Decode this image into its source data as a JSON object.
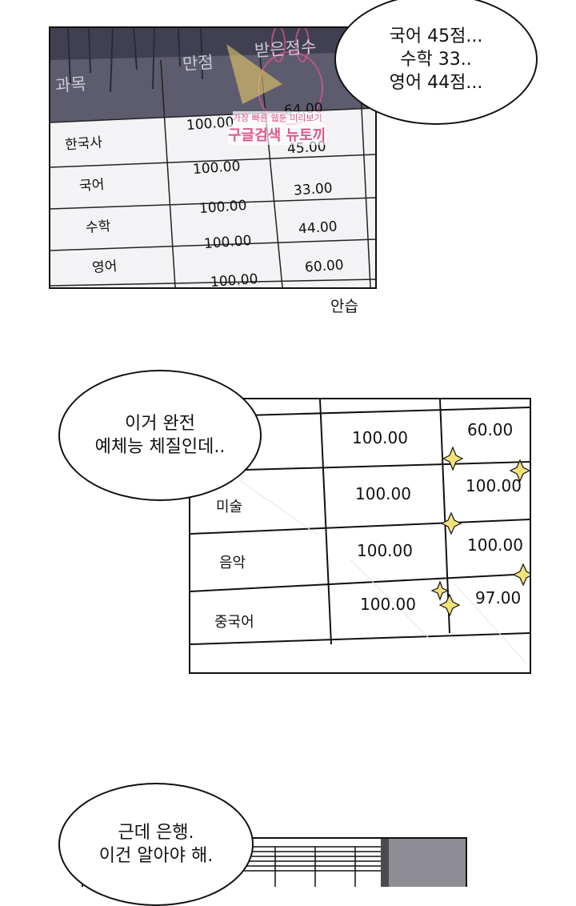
{
  "panel1": {
    "headers": [
      "과목",
      "만점",
      "받은점수"
    ],
    "rows": [
      {
        "subject": "한국사",
        "max": "100.00",
        "score": "64.00"
      },
      {
        "subject": "국어",
        "max": "100.00",
        "score": "45.00"
      },
      {
        "subject": "수학",
        "max": "100.00",
        "score": "33.00"
      },
      {
        "subject": "영어",
        "max": "100.00",
        "score": "44.00"
      },
      {
        "subject": "",
        "max": "100.00",
        "score": "60.00"
      }
    ],
    "watermark_top": "가장 빠른 웹툰 미리보기",
    "watermark_bottom": "구글검색 뉴토끼",
    "bubble_lines": [
      "국어 45점...",
      "수학 33..",
      "영어 44점..."
    ],
    "sfx": "안습"
  },
  "panel2": {
    "rows": [
      {
        "subject": "",
        "max": "100.00",
        "score": "60.00"
      },
      {
        "subject": "미술",
        "max": "100.00",
        "score": "100.00"
      },
      {
        "subject": "음악",
        "max": "100.00",
        "score": "100.00"
      },
      {
        "subject": "중국어",
        "max": "100.00",
        "score": "97.00"
      }
    ],
    "bubble_lines": [
      "이거 완전",
      "예체능 체질인데.."
    ]
  },
  "panel3": {
    "bubble_lines": [
      "근데 은행.",
      "이건 알아야 해."
    ]
  },
  "colors": {
    "header_band": "#5d5c6e",
    "sparkle": "#f2e27a",
    "ink": "#111111",
    "pink_watermark": "#e0578e"
  }
}
